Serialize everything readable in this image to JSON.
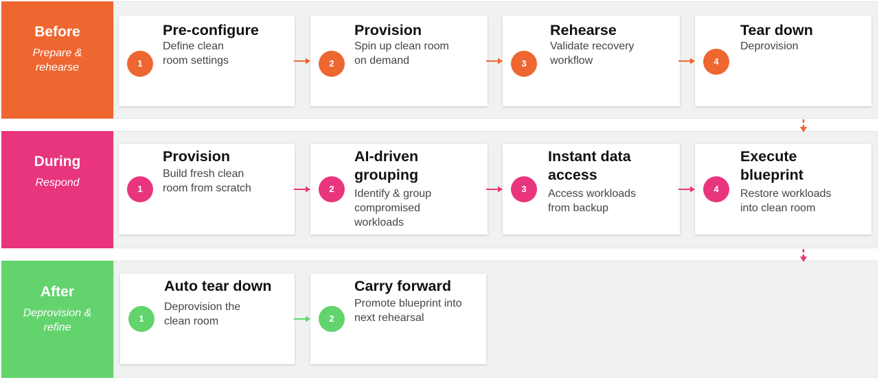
{
  "colors": {
    "before": "#ee6630",
    "during": "#e8357d",
    "after": "#63d36e",
    "lane": "#f0f1f1"
  },
  "phases": [
    {
      "name": "Before",
      "subtitle": [
        "Prepare &",
        "rehearse"
      ],
      "steps": [
        {
          "num": "1",
          "title": [
            "Pre-configure"
          ],
          "desc": [
            "Define clean",
            "room settings"
          ]
        },
        {
          "num": "2",
          "title": [
            "Provision"
          ],
          "desc": [
            "Spin up clean room",
            "on demand"
          ]
        },
        {
          "num": "3",
          "title": [
            "Rehearse"
          ],
          "desc": [
            "Validate recovery",
            "workflow"
          ]
        },
        {
          "num": "4",
          "title": [
            "Tear down"
          ],
          "desc": [
            "Deprovision"
          ]
        }
      ]
    },
    {
      "name": "During",
      "subtitle": [
        "Respond"
      ],
      "steps": [
        {
          "num": "1",
          "title": [
            "Provision"
          ],
          "desc": [
            "Build fresh clean",
            "room from scratch"
          ]
        },
        {
          "num": "2",
          "title": [
            "AI-driven",
            "grouping"
          ],
          "desc": [
            "Identify & group",
            "compromised",
            "workloads"
          ]
        },
        {
          "num": "3",
          "title": [
            "Instant data",
            "access"
          ],
          "desc": [
            "Access workloads",
            "from backup"
          ]
        },
        {
          "num": "4",
          "title": [
            "Execute",
            "blueprint"
          ],
          "desc": [
            "Restore workloads",
            "into clean room"
          ]
        }
      ]
    },
    {
      "name": "After",
      "subtitle": [
        "Deprovision &",
        "refine"
      ],
      "steps": [
        {
          "num": "1",
          "title": [
            "Auto tear down"
          ],
          "desc": [
            "Deprovision the",
            "clean room"
          ]
        },
        {
          "num": "2",
          "title": [
            "Carry forward"
          ],
          "desc": [
            "Promote blueprint into",
            "next rehearsal"
          ]
        }
      ]
    }
  ]
}
